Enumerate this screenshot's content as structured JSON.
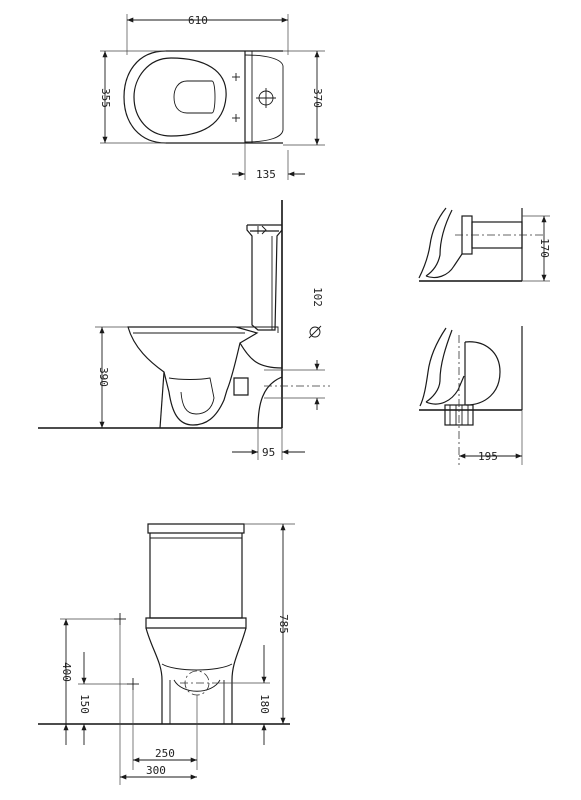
{
  "dimensions": {
    "plan_width": "610",
    "plan_depth_seat": "355",
    "plan_depth_total": "370",
    "plan_tank_offset": "135",
    "side_seat_height": "390",
    "side_pipe_diameter": "102",
    "side_wall_offset": "95",
    "detail_outlet_height": "170",
    "detail_wall_offset": "195",
    "front_total_height": "785",
    "front_fixing_height_upper": "400",
    "front_fixing_height_lower": "150",
    "front_outlet_height": "180",
    "front_half_width_fixing": "250",
    "front_half_width_outlet": "300"
  }
}
